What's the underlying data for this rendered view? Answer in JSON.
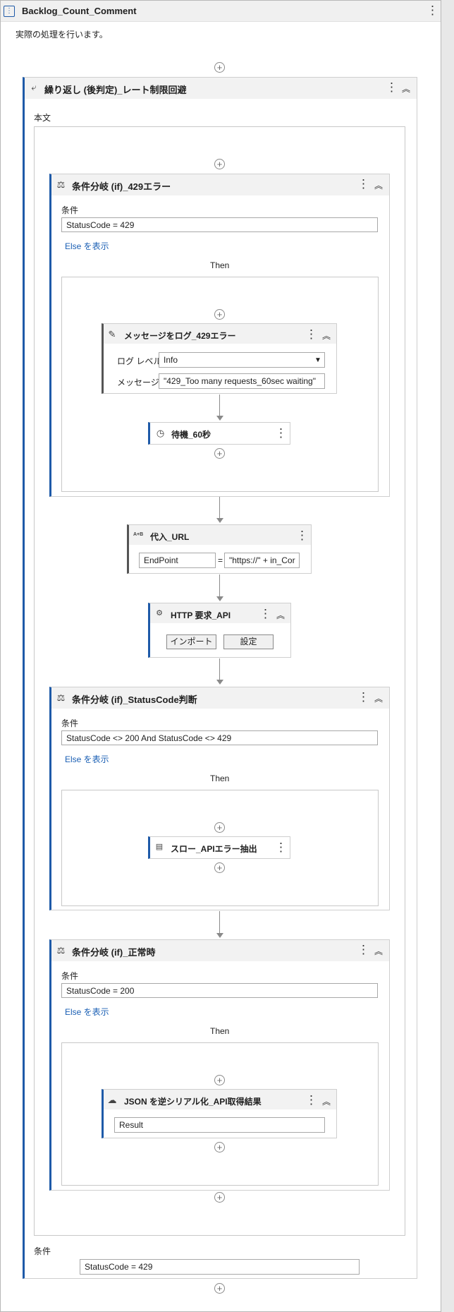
{
  "root": {
    "title": "Backlog_Count_Comment",
    "description": "実際の処理を行います。"
  },
  "loop": {
    "title": "繰り返し (後判定)_レート制限回避",
    "body_label": "本文",
    "condition_label": "条件",
    "condition_value": "StatusCode = 429"
  },
  "if429": {
    "title": "条件分岐 (if)_429エラー",
    "condition_label": "条件",
    "condition_value": "StatusCode = 429",
    "else_link": "Else を表示",
    "then_label": "Then"
  },
  "log": {
    "title": "メッセージをログ_429エラー",
    "level_label": "ログ レベル",
    "level_value": "Info",
    "message_label": "メッセージ",
    "message_value": "\"429_Too many requests_60sec waiting\""
  },
  "delay": {
    "title": "待機_60秒"
  },
  "assign": {
    "title": "代入_URL",
    "icon_text": "A+B",
    "to_value": "EndPoint",
    "eq": "=",
    "value": "\"https://\" + in_Cor"
  },
  "http": {
    "title": "HTTP 要求_API",
    "import_button": "インポート",
    "settings_button": "設定"
  },
  "ifStatus": {
    "title": "条件分岐 (if)_StatusCode判断",
    "condition_label": "条件",
    "condition_value": "StatusCode <> 200 And StatusCode <> 429",
    "else_link": "Else を表示",
    "then_label": "Then"
  },
  "throw": {
    "title": "スロー_APIエラー抽出"
  },
  "ifOk": {
    "title": "条件分岐 (if)_正常時",
    "condition_label": "条件",
    "condition_value": "StatusCode = 200",
    "else_link": "Else を表示",
    "then_label": "Then"
  },
  "json": {
    "title": "JSON を逆シリアル化_API取得結果",
    "value": "Result"
  },
  "colors": {
    "accent": "#1e5aa8",
    "link": "#1a5fb4",
    "header_bg": "#f0f0f0"
  }
}
